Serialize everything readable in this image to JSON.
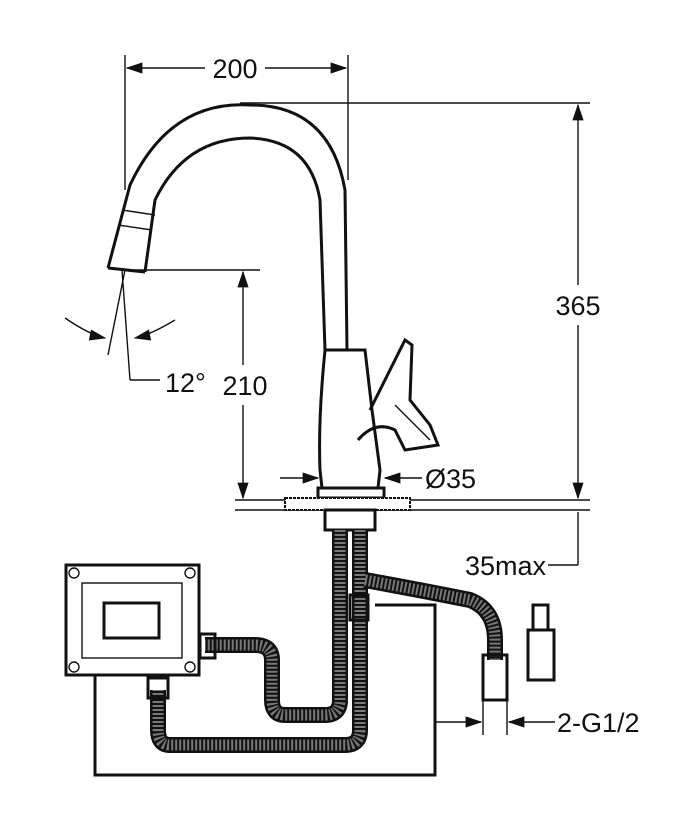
{
  "drawing": {
    "dimensions": {
      "spout_reach": "200",
      "total_height": "365",
      "spout_height": "210",
      "spout_angle": "12°",
      "body_diameter": "Ø35",
      "deck_thickness": "35max",
      "connection": "2-G1/2"
    }
  }
}
